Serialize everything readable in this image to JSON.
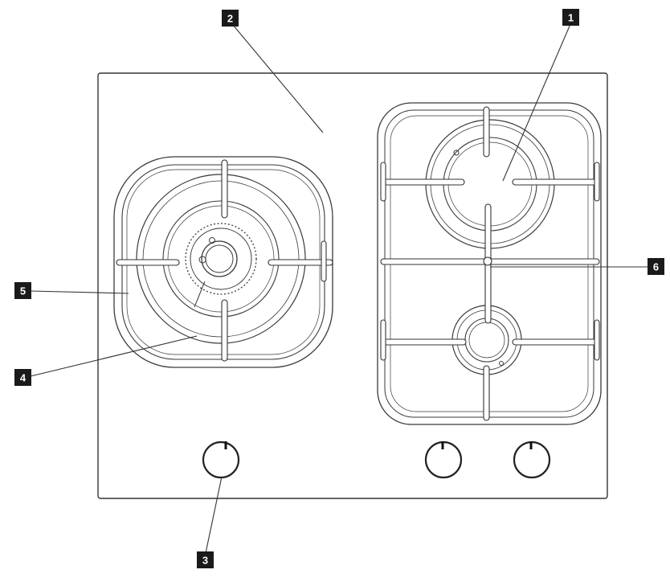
{
  "callouts": [
    {
      "id": "1",
      "label": "1"
    },
    {
      "id": "2",
      "label": "2"
    },
    {
      "id": "3",
      "label": "3"
    },
    {
      "id": "4",
      "label": "4"
    },
    {
      "id": "5",
      "label": "5"
    },
    {
      "id": "6",
      "label": "6"
    }
  ],
  "colors": {
    "line": "#333333",
    "badge": "#1a1a1a",
    "background": "#ffffff"
  },
  "icons": [
    "hob-outline",
    "wok-burner",
    "large-burner",
    "small-burner",
    "control-knob",
    "pan-support"
  ]
}
